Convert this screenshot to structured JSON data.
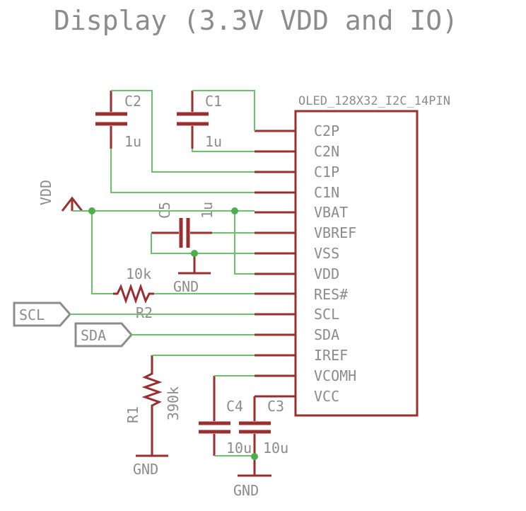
{
  "title": "Display (3.3V VDD and IO)",
  "chip": {
    "name": "OLED_128X32_I2C_14PIN",
    "pins": [
      "C2P",
      "C2N",
      "C1P",
      "C1N",
      "VBAT",
      "VBREF",
      "VSS",
      "VDD",
      "RES#",
      "SCL",
      "SDA",
      "IREF",
      "VCOMH",
      "VCC"
    ]
  },
  "components": {
    "c2": {
      "ref": "C2",
      "value": "1u"
    },
    "c1": {
      "ref": "C1",
      "value": "1u"
    },
    "c5": {
      "ref": "C5",
      "value": "1u"
    },
    "c4": {
      "ref": "C4",
      "value": "10u"
    },
    "c3": {
      "ref": "C3",
      "value": "10u"
    },
    "r2": {
      "ref": "R2",
      "value": "10k"
    },
    "r1": {
      "ref": "R1",
      "value": "390k"
    }
  },
  "nets": {
    "vdd": "VDD",
    "gnd": "GND",
    "scl": "SCL",
    "sda": "SDA"
  },
  "colors": {
    "wire": "#6ac26a",
    "part": "#9b2e2e",
    "text": "#8c8c8c",
    "junction": "#4cae4c"
  }
}
